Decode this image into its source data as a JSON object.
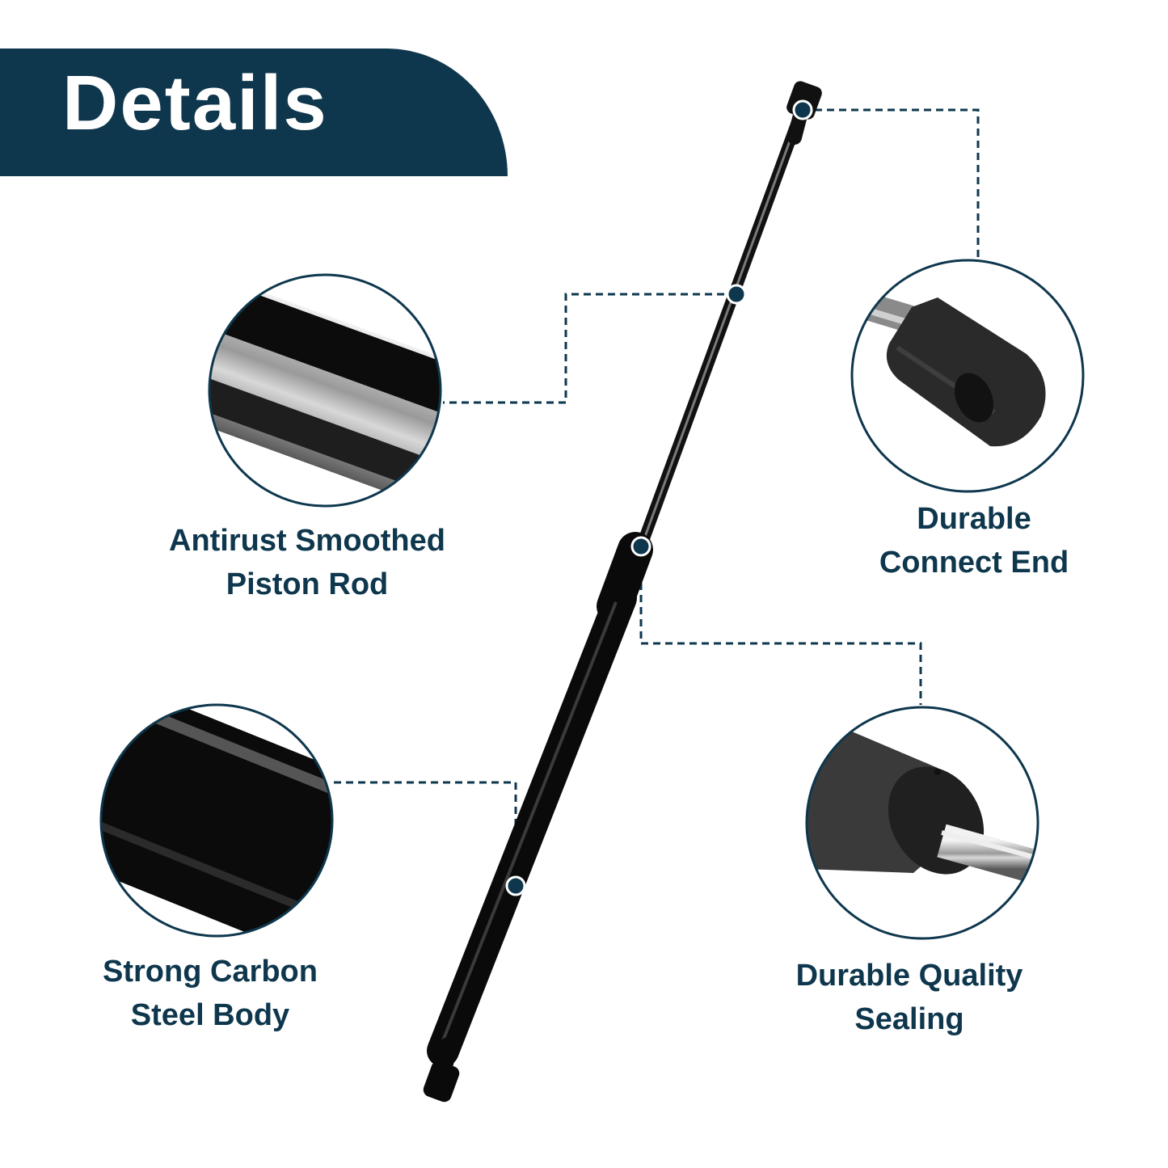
{
  "header": {
    "title": "Details"
  },
  "callouts": [
    {
      "id": "rod",
      "lines": [
        "Antirust Smoothed",
        "Piston Rod"
      ]
    },
    {
      "id": "end",
      "lines": [
        "Durable",
        "Connect End"
      ]
    },
    {
      "id": "body",
      "lines": [
        "Strong Carbon",
        "Steel Body"
      ]
    },
    {
      "id": "seal",
      "lines": [
        "Durable Quality",
        "Sealing"
      ]
    }
  ],
  "colors": {
    "brand_navy": "#0e374d",
    "strut_black": "#0a0a0a",
    "rod_chrome": "#b9b9b9"
  }
}
